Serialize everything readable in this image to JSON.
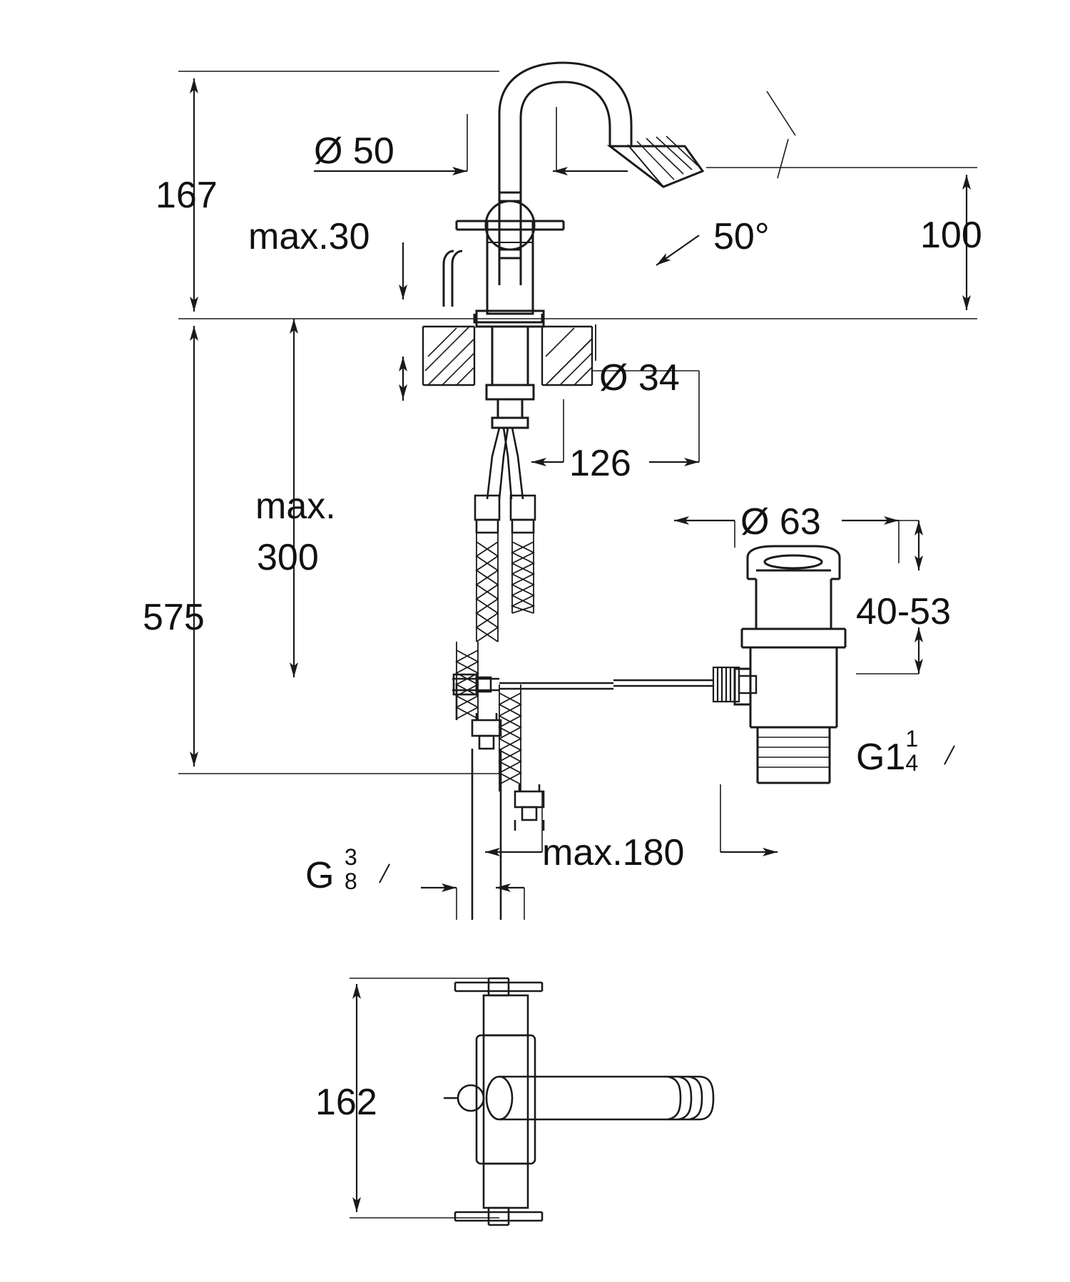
{
  "document": {
    "type": "technical-dimension-drawing",
    "subject": "bidet mixer tap with cross handle, pop-up waste set and flexible hoses",
    "units": "mm"
  },
  "dimensions": {
    "overall_height_to_spout": "167",
    "total_height_with_hoses": "575",
    "spout_diameter": "Ø 50",
    "max_deck_thickness": "max.30",
    "max_hose_length": "max.\n300",
    "spout_projection_height": "100",
    "swivel_angle": "50°",
    "hole_diameter": "Ø 34",
    "spout_reach": "126",
    "waste_flange_diameter": "Ø 63",
    "waste_range": "40-53",
    "max_rod_length": "max.180",
    "waste_thread": "G1",
    "waste_thread_fraction_num": "1",
    "waste_thread_fraction_den": "4",
    "supply_thread": "G",
    "supply_thread_fraction_num": "3",
    "supply_thread_fraction_den": "8",
    "top_view_width": "162"
  },
  "labels": {
    "l_167": "167",
    "l_575": "575",
    "l_d50": "Ø 50",
    "l_max30": "max.30",
    "l_max_line1": "max.",
    "l_max_line2": "300",
    "l_100": "100",
    "l_50deg": "50°",
    "l_d34": "Ø 34",
    "l_126": "126",
    "l_d63": "Ø 63",
    "l_40_53": "40-53",
    "l_max180": "max.180",
    "l_g1": "G1",
    "l_g1_num": "1",
    "l_g1_den": "4",
    "l_g38": "G",
    "l_g38_num": "3",
    "l_g38_den": "8",
    "l_162": "162"
  },
  "colors": {
    "line": "#1a1a1a",
    "background": "#ffffff"
  }
}
